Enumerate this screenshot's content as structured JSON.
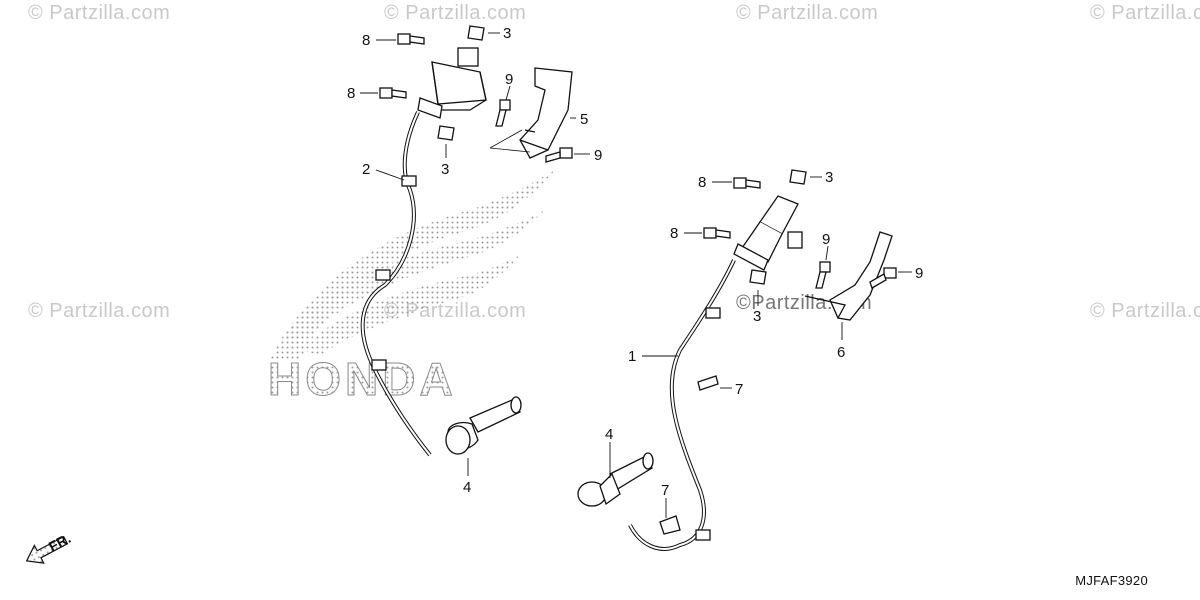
{
  "watermarks": [
    {
      "text": "© Partzilla.com"
    },
    {
      "text": "© Partzilla.com"
    },
    {
      "text": "© Partzilla.com"
    },
    {
      "text": "© Partzilla.com"
    },
    {
      "text": "© Partzilla.com"
    },
    {
      "text": "© Partzilla.com"
    },
    {
      "text": "© Partzilla.com"
    },
    {
      "text": "©Partzilla.com"
    }
  ],
  "brand_watermark": "HONDA",
  "direction_label": "FR.",
  "diagram_code": "MJFAF3920",
  "callouts": {
    "l8a": "8",
    "l3a": "3",
    "l8b": "8",
    "l9a": "9",
    "l5": "5",
    "l9b": "9",
    "l3b": "3",
    "l2": "2",
    "l4a": "4",
    "r8a": "8",
    "r3a": "3",
    "r8b": "8",
    "r9a": "9",
    "r9b": "9",
    "r3b": "3",
    "r6": "6",
    "r1": "1",
    "r7a": "7",
    "r4": "4",
    "r7b": "7"
  },
  "icons": [
    "ignition-coil-icon",
    "spark-plug-cap-icon",
    "bolt-icon",
    "nut-clip-icon",
    "bracket-icon",
    "wire-clip-icon",
    "direction-arrow-icon"
  ]
}
